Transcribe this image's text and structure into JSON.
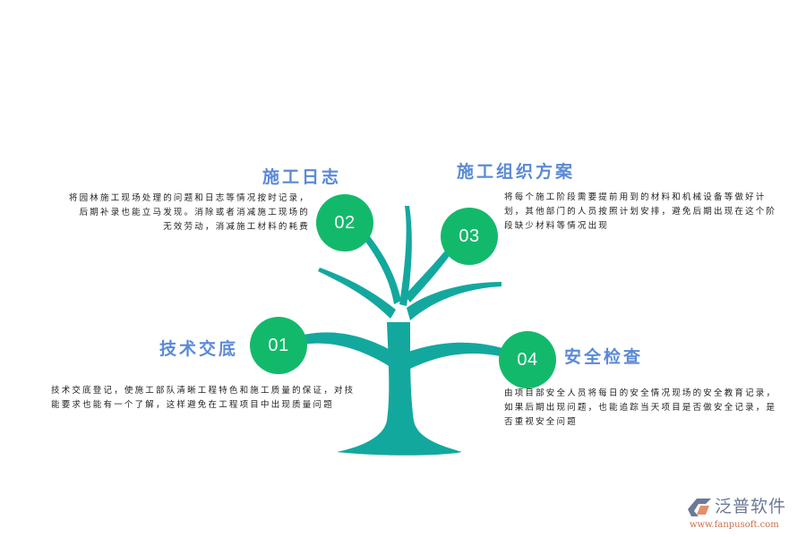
{
  "colors": {
    "trunk": "#13a89e",
    "node": "#13b96a",
    "title": "#5a8ad6",
    "text": "#222222"
  },
  "items": [
    {
      "number": "01",
      "title": "技术交底",
      "description": "技术交底登记，使施工部队清晰工程特色和施工质量的保证，对技能要求也能有一个了解，这样避免在工程项目中出现质量问题"
    },
    {
      "number": "02",
      "title": "施工日志",
      "description_lines": [
        "将园林施工现场处理的问题和日志等情况按时记录，",
        "后期补录也能立马发现。消除或者消减施工现场的",
        "无效劳动，消减施工材料的耗费"
      ]
    },
    {
      "number": "03",
      "title": "施工组织方案",
      "description": "将每个施工阶段需要提前用到的材料和机械设备等做好计划，其他部门的人员按照计划安排，避免后期出现在这个阶段缺少材料等情况出现"
    },
    {
      "number": "04",
      "title": "安全检查",
      "description": "由项目部安全人员将每日的安全情况现场的安全教育记录，如果后期出现问题，也能追踪当天项目是否做安全记录，是否重视安全问题"
    }
  ],
  "logo": {
    "name": "泛普软件",
    "url": "www.fanpusoft.com",
    "icon": "fanpu-logo-icon"
  }
}
